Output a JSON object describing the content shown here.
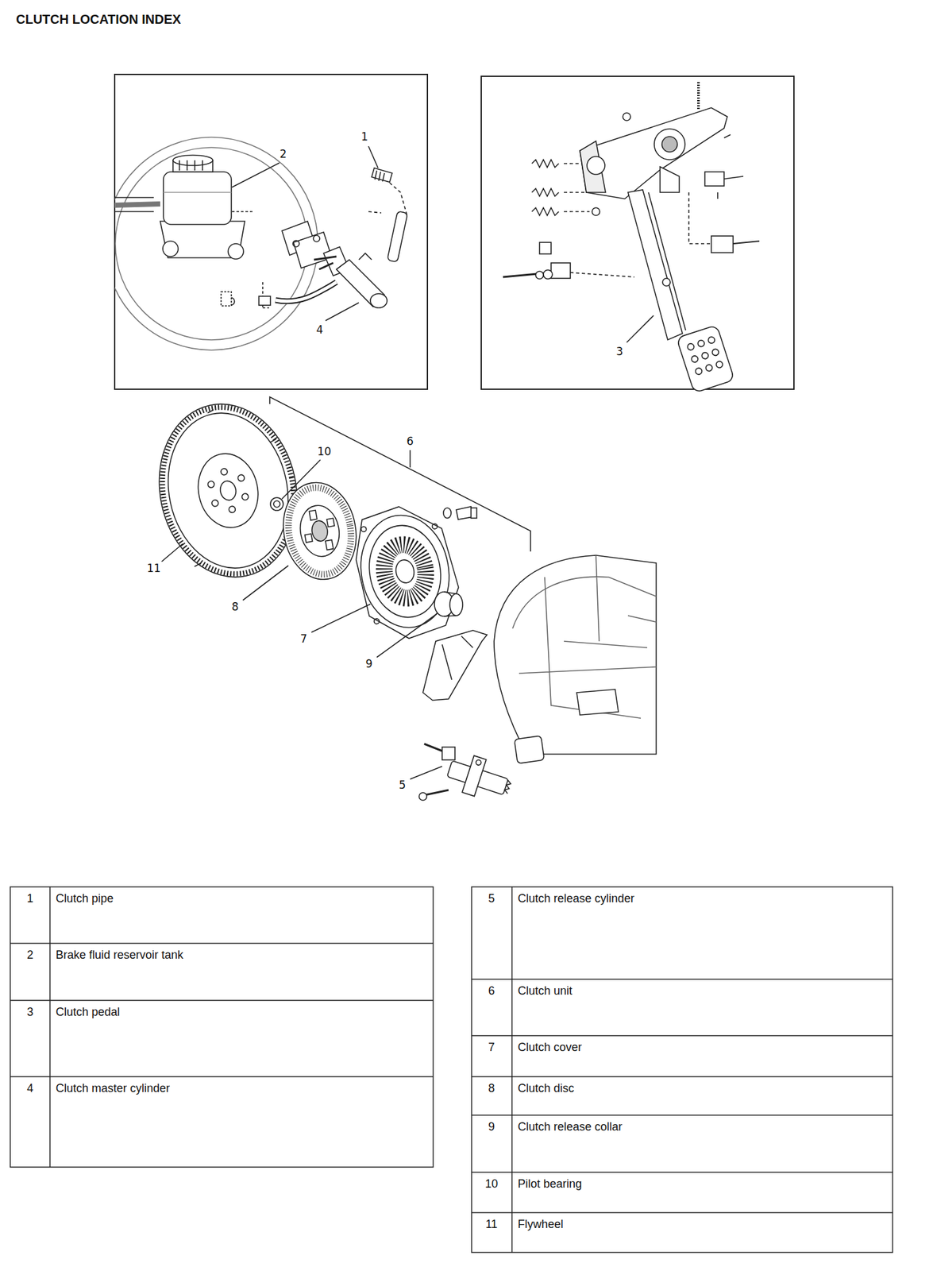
{
  "diagram": {
    "title": "CLUTCH LOCATION INDEX",
    "labels": [
      "1",
      "2",
      "4",
      "3",
      "6",
      "10",
      "11",
      "8",
      "7",
      "9",
      "5",
      "1",
      "Clutch pipe",
      "2",
      "Brake fluid reservoir tank",
      "3",
      "Clutch pedal",
      "4",
      "Clutch master cylinder",
      "5",
      "Clutch release cylinder",
      "6",
      "Clutch unit",
      "7",
      "Clutch cover",
      "8",
      "Clutch disc",
      "9",
      "Clutch release collar",
      "10",
      "Pilot bearing",
      "11",
      "Flywheel"
    ]
  }
}
